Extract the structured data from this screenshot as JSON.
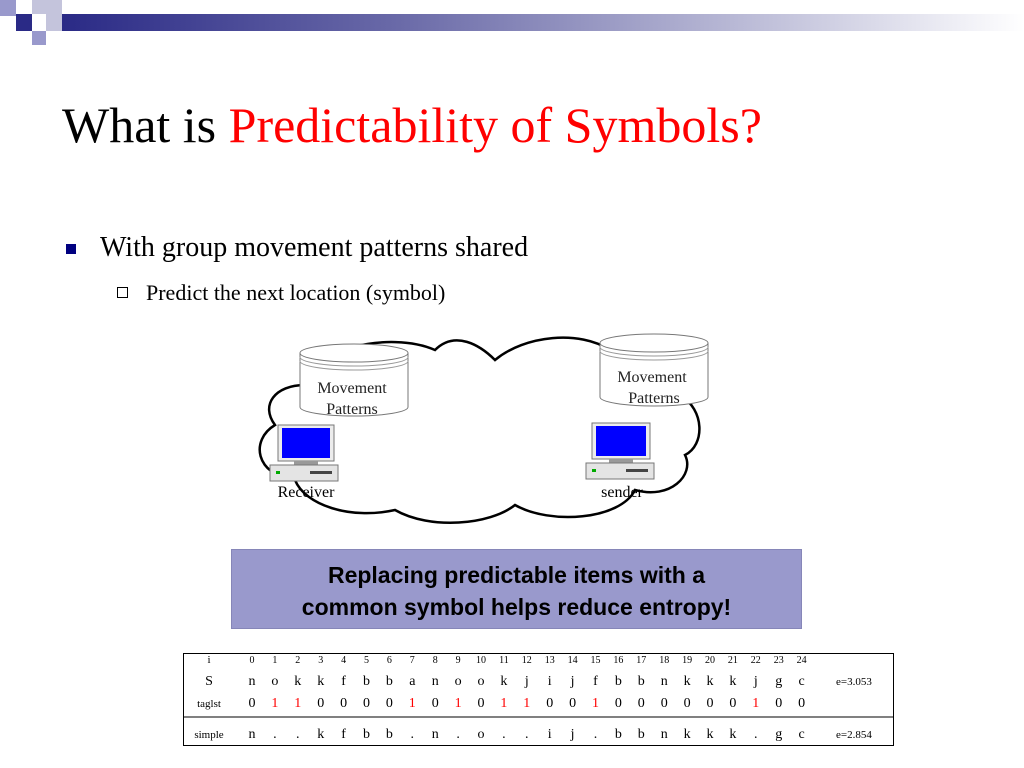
{
  "slide": {
    "title_prefix": "What is ",
    "title_highlight": "Predictability of Symbols?",
    "colors": {
      "title_highlight": "#ff0000",
      "bullet_marker": "#000080",
      "callout_bg": "#9999cc",
      "table_highlight": "#ff0000"
    },
    "bullets": [
      {
        "text": "With group movement patterns shared",
        "level": 1
      },
      {
        "text": "Predict the next location (symbol)",
        "level": 2
      }
    ]
  },
  "diagram": {
    "receiver_db": [
      "Movement",
      "Patterns"
    ],
    "sender_db": [
      "Movement",
      "Patterns"
    ],
    "receiver_label": "Receiver",
    "sender_label": "sender",
    "icons": [
      "cloud-icon",
      "database-icon",
      "computer-icon"
    ]
  },
  "callout": {
    "line1": "Replacing predictable items with a",
    "line2": "common symbol helps reduce entropy!"
  },
  "table": {
    "rows": [
      {
        "label": "i",
        "cells": [
          "0",
          "1",
          "2",
          "3",
          "4",
          "5",
          "6",
          "7",
          "8",
          "9",
          "10",
          "11",
          "12",
          "13",
          "14",
          "15",
          "16",
          "17",
          "18",
          "19",
          "20",
          "21",
          "22",
          "23",
          "24"
        ],
        "note": ""
      },
      {
        "label": "S",
        "cells": [
          "n",
          "o",
          "k",
          "k",
          "f",
          "b",
          "b",
          "a",
          "n",
          "o",
          "o",
          "k",
          "j",
          "i",
          "j",
          "f",
          "b",
          "b",
          "n",
          "k",
          "k",
          "k",
          "j",
          "g",
          "c"
        ],
        "note": "e=3.053"
      },
      {
        "label": "taglst",
        "cells": [
          "0",
          "1",
          "1",
          "0",
          "0",
          "0",
          "0",
          "1",
          "0",
          "1",
          "0",
          "1",
          "1",
          "0",
          "0",
          "1",
          "0",
          "0",
          "0",
          "0",
          "0",
          "0",
          "1",
          "0",
          "0"
        ],
        "note": ""
      },
      {
        "label": "simple",
        "cells": [
          "n",
          ".",
          ".",
          "k",
          "f",
          "b",
          "b",
          ".",
          "n",
          ".",
          "o",
          ".",
          ".",
          "i",
          "j",
          ".",
          "b",
          "b",
          "n",
          "k",
          "k",
          "k",
          ".",
          "g",
          "c"
        ],
        "note": "e=2.854"
      }
    ]
  }
}
